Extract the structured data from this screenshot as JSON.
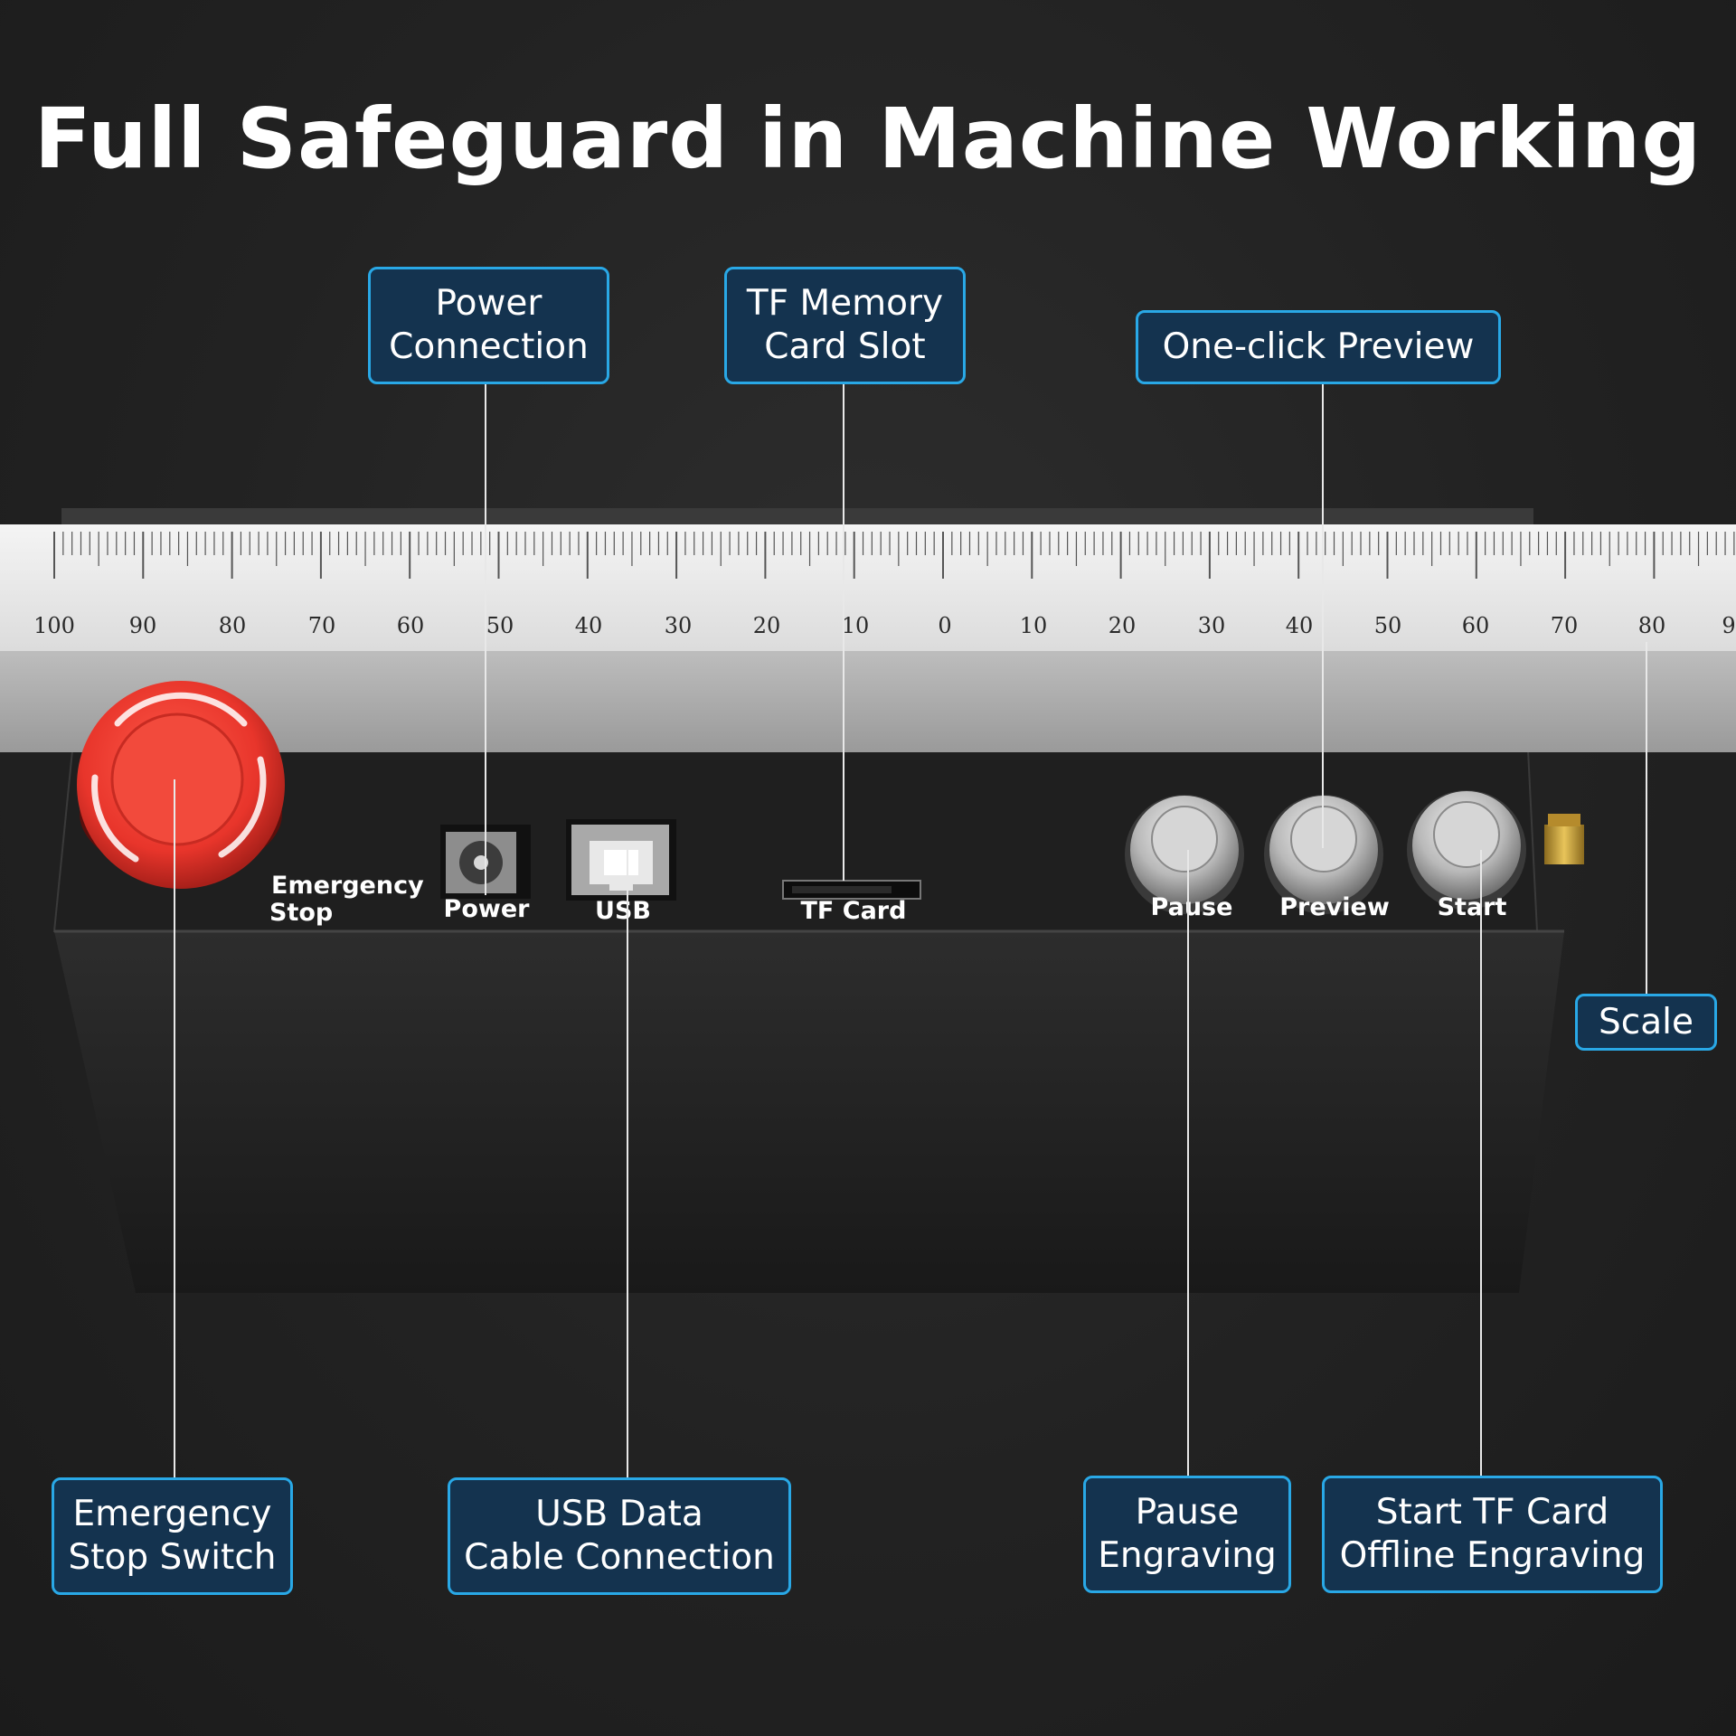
{
  "headline": "Full Safeguard in Machine Working",
  "callouts": {
    "power_connection": "Power\nConnection",
    "tf_memory_slot": "TF Memory\nCard Slot",
    "one_click_preview": "One-click Preview",
    "scale": "Scale",
    "emergency_stop_switch": "Emergency\nStop Switch",
    "usb_data_cable": "USB Data\nCable Connection",
    "pause_engraving": "Pause\nEngraving",
    "start_tf_offline": "Start TF Card\nOffline Engraving"
  },
  "panel_labels": {
    "emergency_stop": [
      "Emergency",
      "Stop"
    ],
    "power": "Power",
    "usb": "USB",
    "tf_card": "TF Card",
    "pause": "Pause",
    "preview": "Preview",
    "start": "Start"
  },
  "ruler": {
    "labels": [
      "100",
      "90",
      "80",
      "70",
      "60",
      "50",
      "40",
      "30",
      "20",
      "10",
      "0",
      "10",
      "20",
      "30",
      "40",
      "50",
      "60",
      "70",
      "80",
      "9"
    ]
  },
  "colors": {
    "accent": "#29a8e6",
    "callout_fill": "#14334f",
    "estop_red": "#e8352b"
  }
}
